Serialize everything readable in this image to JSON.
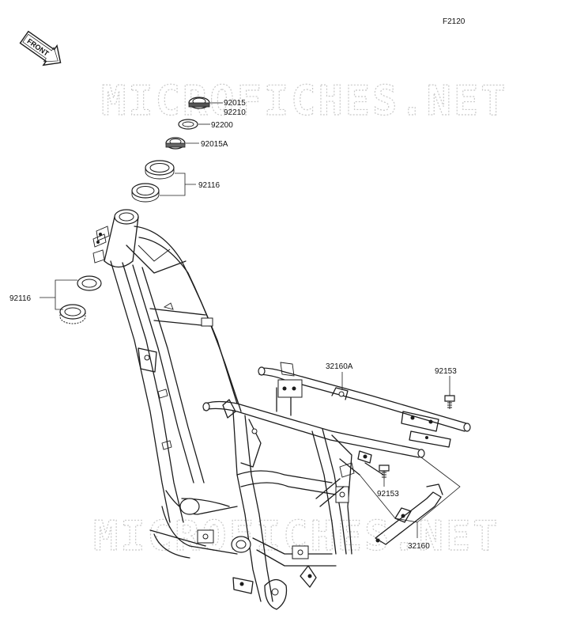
{
  "diagram": {
    "code": "F2120",
    "front_badge": "FRONT",
    "watermark": "MICROFICHES.NET",
    "parts": {
      "p92015": "92015",
      "p92210": "92210",
      "p92200": "92200",
      "p92015A": "92015A",
      "p92116_upper": "92116",
      "p92116_left": "92116",
      "p32160A": "32160A",
      "p92153_right": "92153",
      "p92153_center": "92153",
      "p32160": "32160"
    }
  }
}
